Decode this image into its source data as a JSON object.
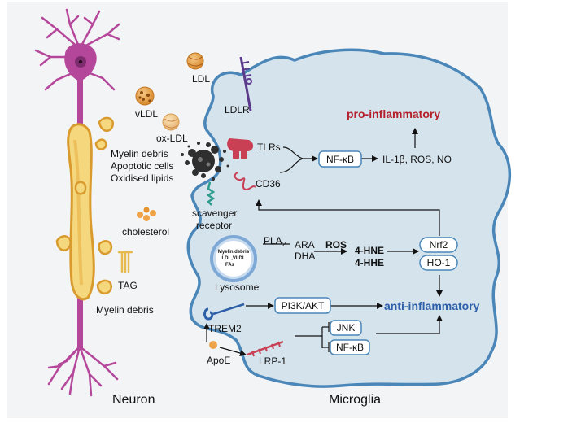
{
  "labels": {
    "neuron": "Neuron",
    "microglia": "Microglia",
    "ldl": "LDL",
    "vldl": "vLDL",
    "ox_ldl": "ox-LDL",
    "ldlr": "LDLR",
    "myelin_debris_1": "Myelin debris",
    "apoptotic_cells": "Apoptotic cells",
    "oxidised_lipids": "Oxidised lipids",
    "tlrs": "TLRs",
    "cd36": "CD36",
    "scavenger_1": "scavenger",
    "scavenger_2": "receptor",
    "cholesterol": "cholesterol",
    "tag": "TAG",
    "myelin_debris_2": "Myelin debris",
    "nfkb_1": "NF-κB",
    "il1b": "IL-1β, ROS, NO",
    "pro_inflammatory": "pro-inflammatory",
    "pla2": "PLA",
    "pla2_sub": "2",
    "ara": "ARA",
    "dha": "DHA",
    "ros": "ROS",
    "hne": "4-HNE",
    "hhe": "4-HHE",
    "nrf2": "Nrf2",
    "ho1": "HO-1",
    "lyso_line1": "Myelin debris",
    "lyso_line2": "LDL,VLDL",
    "lyso_line3": "FAs",
    "lysosome": "Lysosome",
    "pi3k": "PI3K/AKT",
    "anti_inflammatory": "anti-inflammatory",
    "trem2": "TREM2",
    "apoe": "ApoE",
    "lrp1": "LRP-1",
    "jnk": "JNK",
    "nfkb_2": "NF-κB"
  },
  "colors": {
    "neuron": "#b5479b",
    "myelin": "#e8b94f",
    "microglia_fill": "#d5e3ec",
    "microglia_border": "#4a86b8",
    "pro_inflammatory": "#b3202a",
    "anti_inflammatory": "#2d5fa8",
    "box_border": "#4a86b8"
  }
}
